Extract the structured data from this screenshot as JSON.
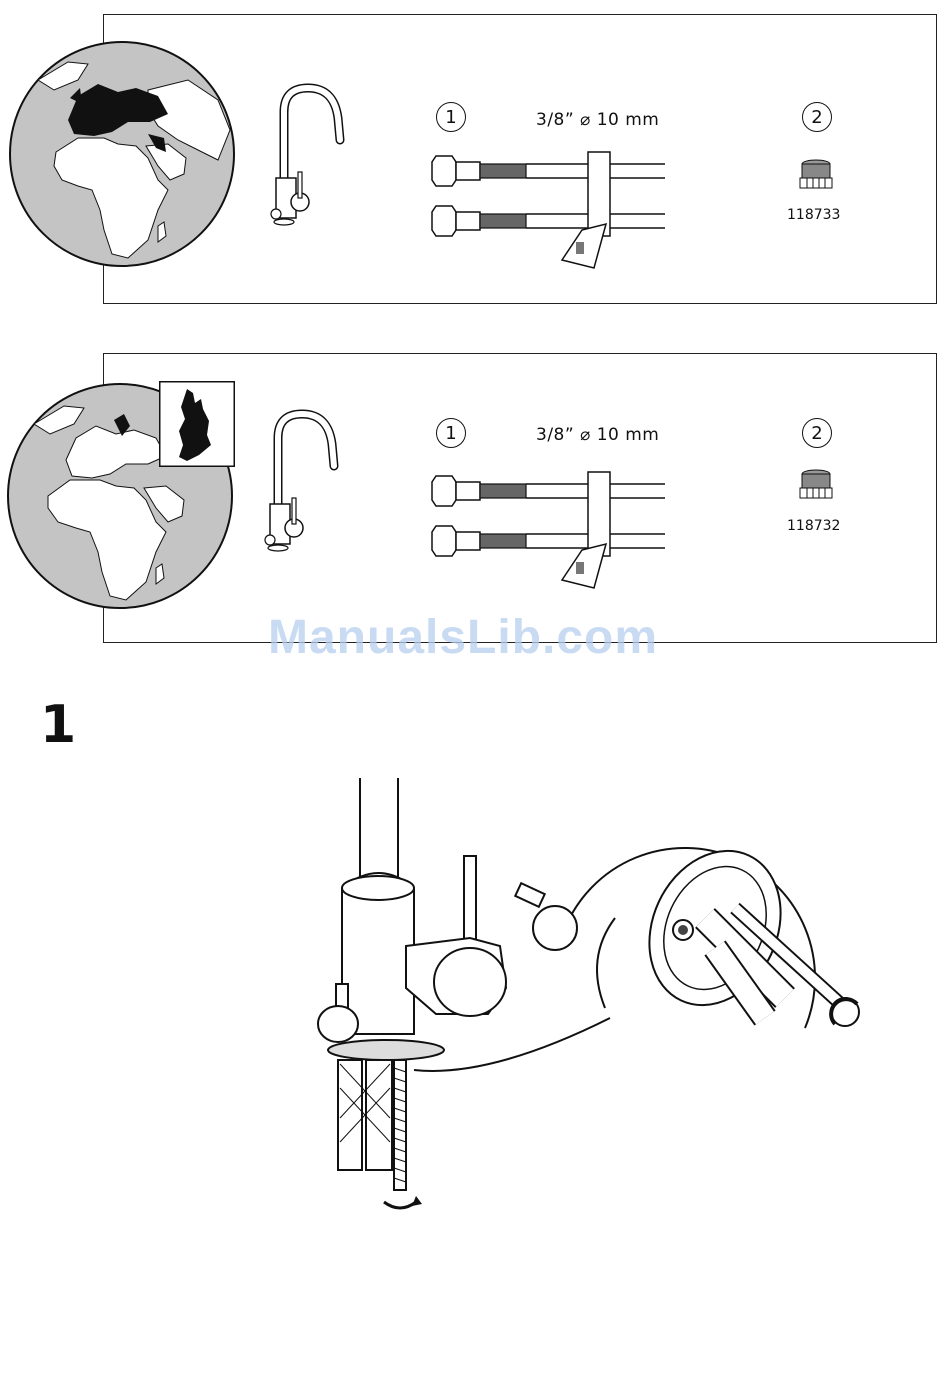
{
  "sections": [
    {
      "marker1": "1",
      "spec": "3/8” ⌀  10 mm",
      "marker2": "2",
      "part_number": "118733"
    },
    {
      "marker1": "1",
      "spec": "3/8” ⌀  10 mm",
      "marker2": "2",
      "part_number": "118732"
    }
  ],
  "step": {
    "number": "1"
  },
  "watermark": "ManualsLib.com",
  "colors": {
    "globe": "#c4c4c4",
    "land": "#ffffff",
    "highlight": "#111111",
    "line": "#111111"
  }
}
